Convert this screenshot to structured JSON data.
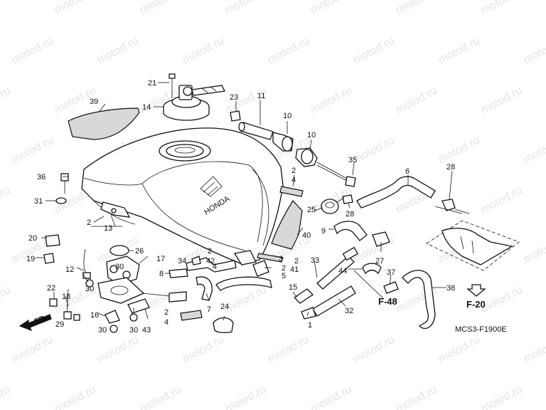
{
  "watermark": "motod.ru",
  "diagram_code": "MCS3-F1900E",
  "front_arrow": "FR.",
  "refs": [
    "F-48",
    "F-20"
  ],
  "brand": "HONDA",
  "callouts": [
    "1",
    "2",
    "2",
    "2",
    "2",
    "2",
    "2",
    "3",
    "4",
    "4",
    "4",
    "5",
    "6",
    "7",
    "8",
    "9",
    "10",
    "10",
    "11",
    "12",
    "13",
    "14",
    "15",
    "16",
    "17",
    "18",
    "19",
    "20",
    "21",
    "22",
    "23",
    "24",
    "25",
    "26",
    "27",
    "28",
    "28",
    "29",
    "30",
    "30",
    "30",
    "30",
    "31",
    "32",
    "33",
    "34",
    "35",
    "36",
    "37",
    "38",
    "39",
    "40",
    "41",
    "42",
    "43",
    "44"
  ]
}
